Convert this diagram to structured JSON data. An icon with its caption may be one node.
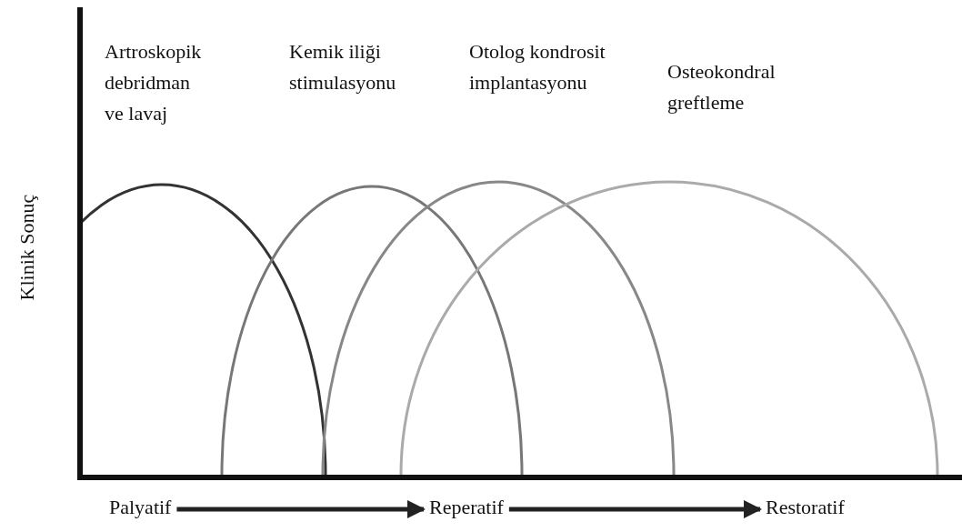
{
  "diagram": {
    "nodes": [
      {
        "text": [
          "Palyatif"
        ]
      },
      {
        "text": [
          "Reperatif"
        ]
      },
      {
        "text": [
          "Restoratif"
        ]
      }
    ],
    "edges": [
      {
        "from": 0,
        "to": 1,
        "arrow": "to"
      },
      {
        "from": 1,
        "to": 2,
        "arrow": "to"
      }
    ],
    "labels": [
      "Artroskopik debridman ve lavaj",
      "Kemik iliği stimulasyonu",
      "Otolog kondrosit implantasyonu",
      "Osteokondral greftleme",
      "Klinik Sonuç"
    ]
  }
}
